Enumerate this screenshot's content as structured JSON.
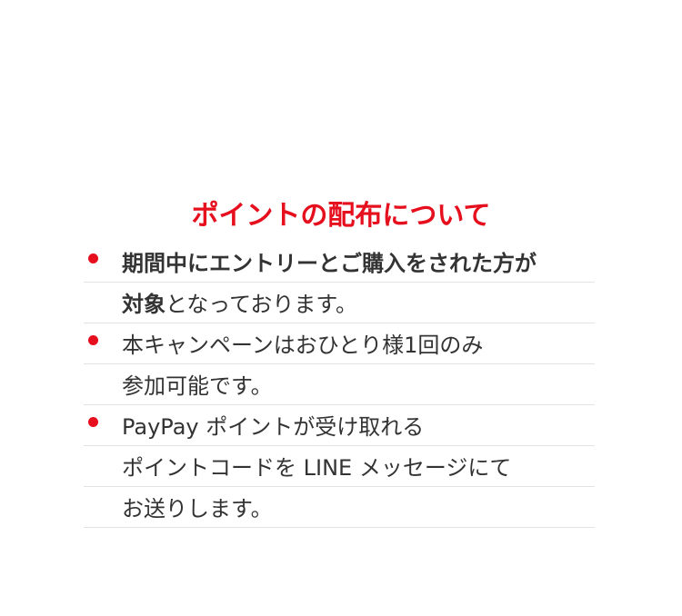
{
  "heading": {
    "title": "ポイントの配布について",
    "color": "#e60f1e"
  },
  "items": [
    {
      "lines": [
        {
          "text": "期間中にエントリーとご購入をされた方が",
          "bold": true
        },
        {
          "bold_part": "対象",
          "rest": "となっております。"
        }
      ]
    },
    {
      "lines": [
        {
          "text": "本キャンペーンはおひとり様1回のみ"
        },
        {
          "text": "参加可能です。"
        }
      ]
    },
    {
      "lines": [
        {
          "text": "PayPay ポイントが受け取れる"
        },
        {
          "text": "ポイントコードを LINE メッセージにて"
        },
        {
          "text": "お送りします。"
        }
      ]
    }
  ],
  "colors": {
    "bullet": "#e60f1e",
    "text": "#333333",
    "divider": "#e2e2e2"
  }
}
